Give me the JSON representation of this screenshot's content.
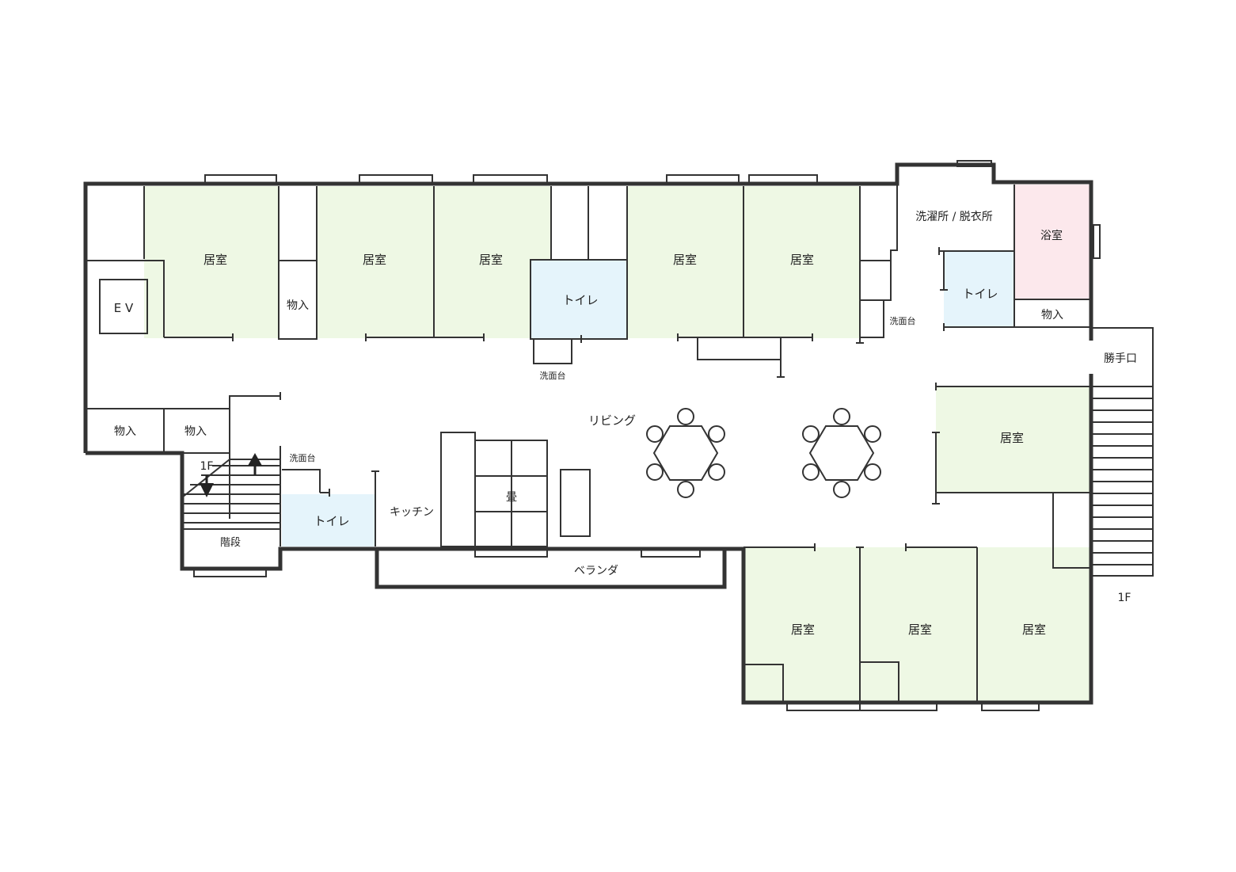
{
  "colors": {
    "room": "#eef8e4",
    "toilet": "#e5f4fb",
    "bath": "#fce8ec",
    "wall": "#333333",
    "line": "#333333"
  },
  "labels": {
    "room": "居室",
    "toilet": "トイレ",
    "storage": "物入",
    "ev": "E V",
    "sink": "洗面台",
    "laundry": "洗濯所 / 脱衣所",
    "bath": "浴室",
    "back_door": "勝手口",
    "living": "リビング",
    "kitchen": "キッチン",
    "tatami": "畳",
    "stairs": "階段",
    "veranda": "ベランダ",
    "floor_1f": "1F"
  }
}
